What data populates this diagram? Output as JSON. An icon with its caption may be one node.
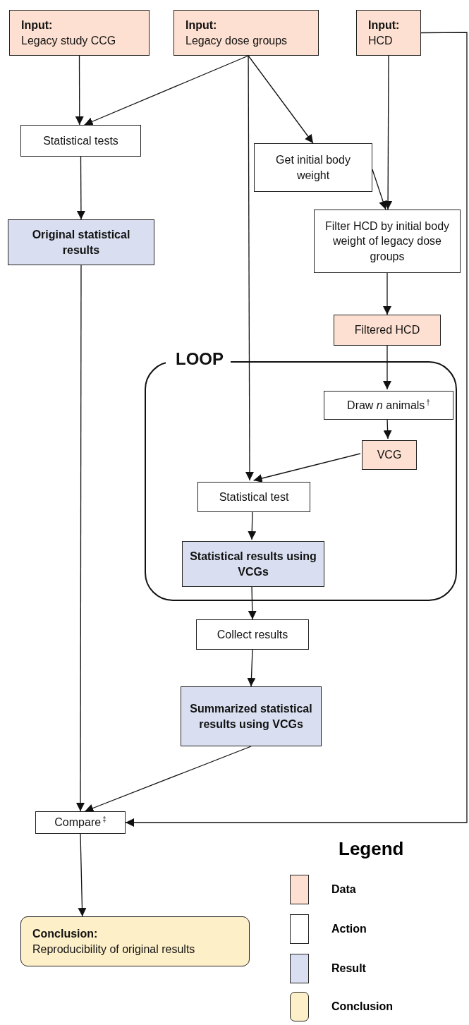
{
  "diagram": {
    "nodes": [
      {
        "text": [
          "Input:",
          "Legacy study CCG"
        ]
      },
      {
        "text": [
          "Input:",
          "Legacy dose groups"
        ]
      },
      {
        "text": [
          "Input:",
          "HCD"
        ]
      },
      {
        "text": [
          "Statistical tests"
        ]
      },
      {
        "text": [
          "Get initial body weight"
        ]
      },
      {
        "text": [
          "Original statistical results"
        ]
      },
      {
        "text": [
          "Filter HCD by initial body weight of legacy dose groups"
        ]
      },
      {
        "text": [
          "Filtered HCD"
        ]
      },
      {
        "text": [
          "LOOP"
        ]
      },
      {
        "text": [
          "Draw *n* animals$^{†}$"
        ],
        "in": 8
      },
      {
        "text": [
          "VCG"
        ],
        "in": 8
      },
      {
        "text": [
          "Statistical test"
        ],
        "in": 8
      },
      {
        "text": [
          "Statistical results using VCGs"
        ],
        "in": 8
      },
      {
        "text": [
          "Collect results"
        ]
      },
      {
        "text": [
          "Summarized statistical results using VCGs"
        ]
      },
      {
        "text": [
          "Compare$^{‡}$"
        ]
      },
      {
        "text": [
          "Conclusion:",
          "Reproducibility of original results"
        ]
      }
    ],
    "edges": [
      {
        "from": 0,
        "to": 3,
        "arrow": "to"
      },
      {
        "from": 1,
        "to": 3,
        "arrow": "to"
      },
      {
        "from": 1,
        "to": 4,
        "arrow": "to"
      },
      {
        "from": 1,
        "to": 11,
        "arrow": "to"
      },
      {
        "from": 2,
        "to": 6,
        "arrow": "to"
      },
      {
        "from": 4,
        "to": 6,
        "arrow": "to"
      },
      {
        "from": 3,
        "to": 5,
        "arrow": "to"
      },
      {
        "from": 5,
        "to": 15,
        "arrow": "to"
      },
      {
        "from": 6,
        "to": 7,
        "arrow": "to"
      },
      {
        "from": 7,
        "to": 9,
        "arrow": "to"
      },
      {
        "from": 9,
        "to": 10,
        "arrow": "to"
      },
      {
        "from": 10,
        "to": 11,
        "arrow": "to"
      },
      {
        "from": 11,
        "to": 12,
        "arrow": "to"
      },
      {
        "from": 12,
        "to": 13,
        "arrow": "to"
      },
      {
        "from": 13,
        "to": 14,
        "arrow": "to"
      },
      {
        "from": 14,
        "to": 15,
        "arrow": "to"
      },
      {
        "from": 2,
        "to": 15,
        "arrow": "to"
      },
      {
        "from": 15,
        "to": 16,
        "arrow": "to"
      }
    ],
    "labels": [
      "Legend"
    ],
    "legend": [
      {
        "text": "Data",
        "color": "#fde0d1"
      },
      {
        "text": "Action",
        "color": "#ffffff"
      },
      {
        "text": "Result",
        "color": "#d9dff0"
      },
      {
        "text": "Conclusion",
        "color": "#fdefc7"
      }
    ]
  }
}
